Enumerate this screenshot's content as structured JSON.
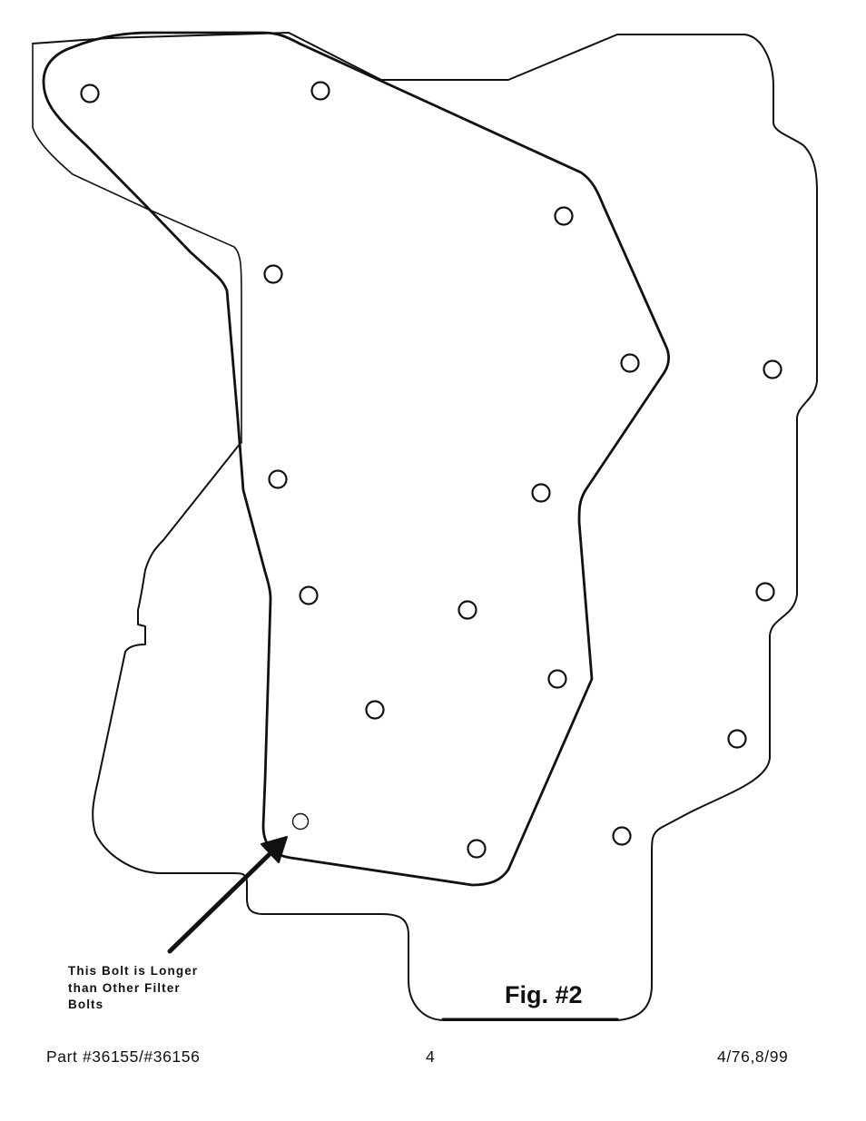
{
  "callout": {
    "lines": [
      "This Bolt is Longer",
      "than Other Filter",
      "Bolts"
    ]
  },
  "figure_label": "Fig. #2",
  "footer": {
    "part_number": "Part #36155/#36156",
    "page_number": "4",
    "date": "4/76,8/99"
  },
  "colors": {
    "ink": "#111111",
    "paper": "#ffffff"
  }
}
